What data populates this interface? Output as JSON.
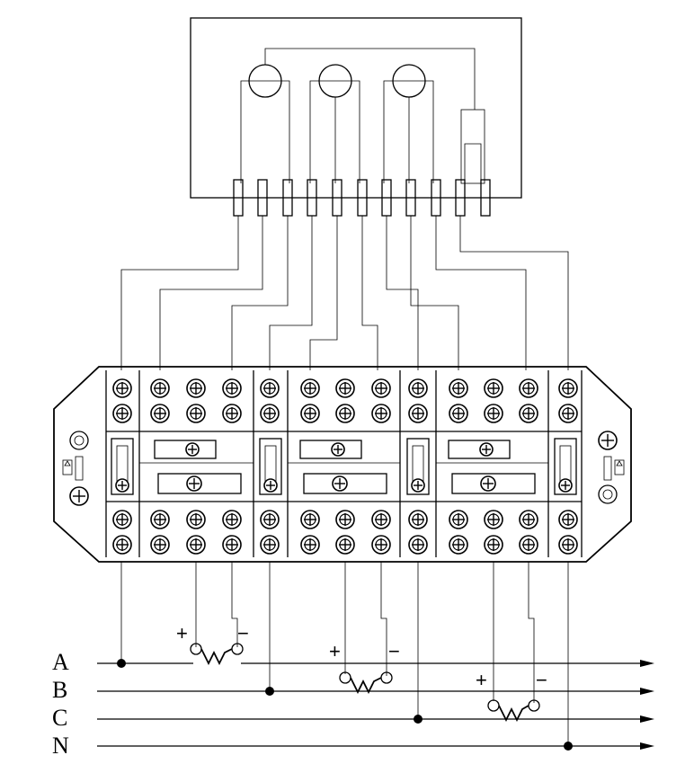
{
  "diagram": {
    "lines": [
      {
        "key": "A",
        "label": "A"
      },
      {
        "key": "B",
        "label": "B"
      },
      {
        "key": "C",
        "label": "C"
      },
      {
        "key": "N",
        "label": "N"
      }
    ],
    "polarity": {
      "plus": "+",
      "minus": "−"
    }
  }
}
